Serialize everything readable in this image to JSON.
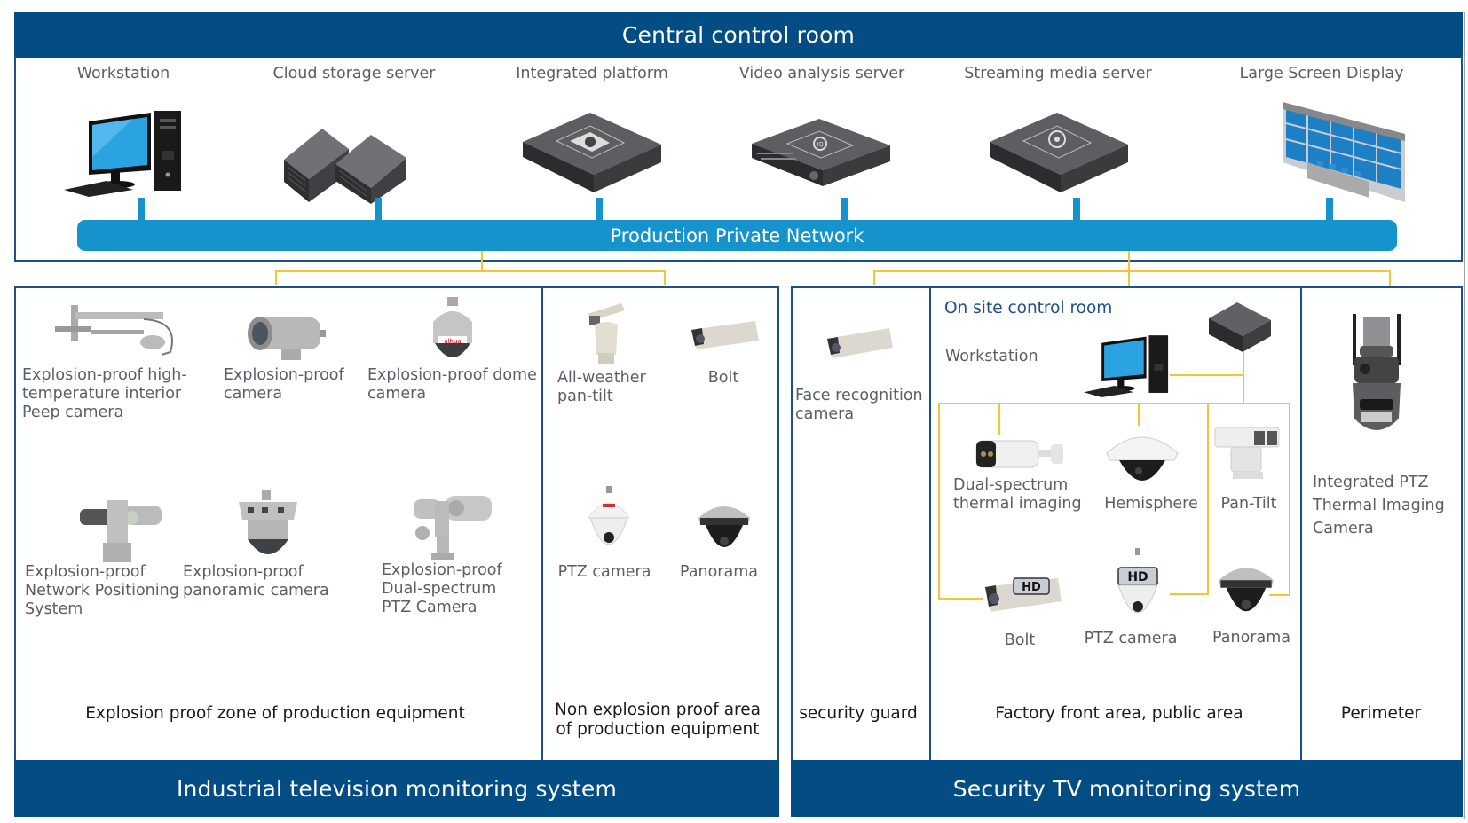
{
  "central": {
    "title": "Central control room",
    "network_label": "Production Private Network",
    "devices": [
      {
        "label": "Workstation",
        "icon": "workstation-icon"
      },
      {
        "label": "Cloud storage server",
        "icon": "cloud-storage-server-icon"
      },
      {
        "label": "Integrated platform",
        "icon": "integrated-platform-icon"
      },
      {
        "label": "Video analysis server",
        "icon": "video-analysis-server-icon"
      },
      {
        "label": "Streaming media server",
        "icon": "streaming-media-server-icon"
      },
      {
        "label": "Large Screen Display",
        "icon": "large-screen-display-icon"
      }
    ]
  },
  "industrial": {
    "title": "Industrial television monitoring system",
    "explosion_zone": {
      "label": "Explosion proof zone of production equipment",
      "devices": [
        {
          "label_lines": [
            "Explosion-proof high-",
            "temperature interior",
            "Peep camera"
          ],
          "icon": "peep-camera-icon"
        },
        {
          "label_lines": [
            "Explosion-proof",
            "camera"
          ],
          "icon": "explosion-proof-camera-icon"
        },
        {
          "label_lines": [
            "Explosion-proof dome",
            "camera"
          ],
          "icon": "explosion-proof-dome-camera-icon"
        },
        {
          "label_lines": [
            "Explosion-proof",
            "Network Positioning",
            "System"
          ],
          "icon": "network-positioning-system-icon"
        },
        {
          "label_lines": [
            "Explosion-proof",
            "panoramic camera"
          ],
          "icon": "panoramic-camera-icon"
        },
        {
          "label_lines": [
            "Explosion-proof",
            "Dual-spectrum",
            "PTZ Camera"
          ],
          "icon": "dual-spectrum-ptz-camera-icon"
        }
      ]
    },
    "non_explosion_zone": {
      "label_lines": [
        "Non explosion proof area",
        "of production equipment"
      ],
      "devices": [
        {
          "label_lines": [
            "All-weather",
            "pan-tilt"
          ],
          "icon": "pan-tilt-camera-icon"
        },
        {
          "label_lines": [
            "Bolt"
          ],
          "icon": "bolt-camera-icon"
        },
        {
          "label_lines": [
            "PTZ camera"
          ],
          "icon": "ptz-camera-icon"
        },
        {
          "label_lines": [
            "Panorama"
          ],
          "icon": "panorama-camera-icon"
        }
      ]
    }
  },
  "security": {
    "title": "Security TV monitoring system",
    "guard_zone": {
      "label": "security guard",
      "device": {
        "label_lines": [
          "Face recognition",
          "camera"
        ],
        "icon": "face-recognition-camera-icon"
      }
    },
    "factory_zone": {
      "label": "Factory front area, public area",
      "control_room_label": "On site control room",
      "workstation_label": "Workstation",
      "devices": [
        {
          "label_lines": [
            "Dual-spectrum",
            "thermal imaging"
          ],
          "icon": "thermal-bullet-camera-icon"
        },
        {
          "label_lines": [
            "Hemisphere"
          ],
          "icon": "dome-camera-icon"
        },
        {
          "label_lines": [
            "Pan-Tilt"
          ],
          "icon": "pan-tilt-icon"
        },
        {
          "label_lines": [
            "Bolt"
          ],
          "icon": "hd-bolt-camera-icon",
          "badge": "HD"
        },
        {
          "label_lines": [
            "PTZ camera"
          ],
          "icon": "hd-ptz-camera-icon",
          "badge": "HD"
        },
        {
          "label_lines": [
            "Panorama"
          ],
          "icon": "panorama-camera-icon"
        }
      ]
    },
    "perimeter_zone": {
      "label": "Perimeter",
      "device": {
        "label_lines": [
          "Integrated PTZ",
          "Thermal Imaging",
          "Camera"
        ],
        "icon": "integrated-ptz-thermal-camera-icon"
      }
    }
  },
  "colors": {
    "navy": "#044c84",
    "network_blue": "#1693cc",
    "connector_yellow": "#f2c634",
    "border_blue": "#1b5189"
  }
}
